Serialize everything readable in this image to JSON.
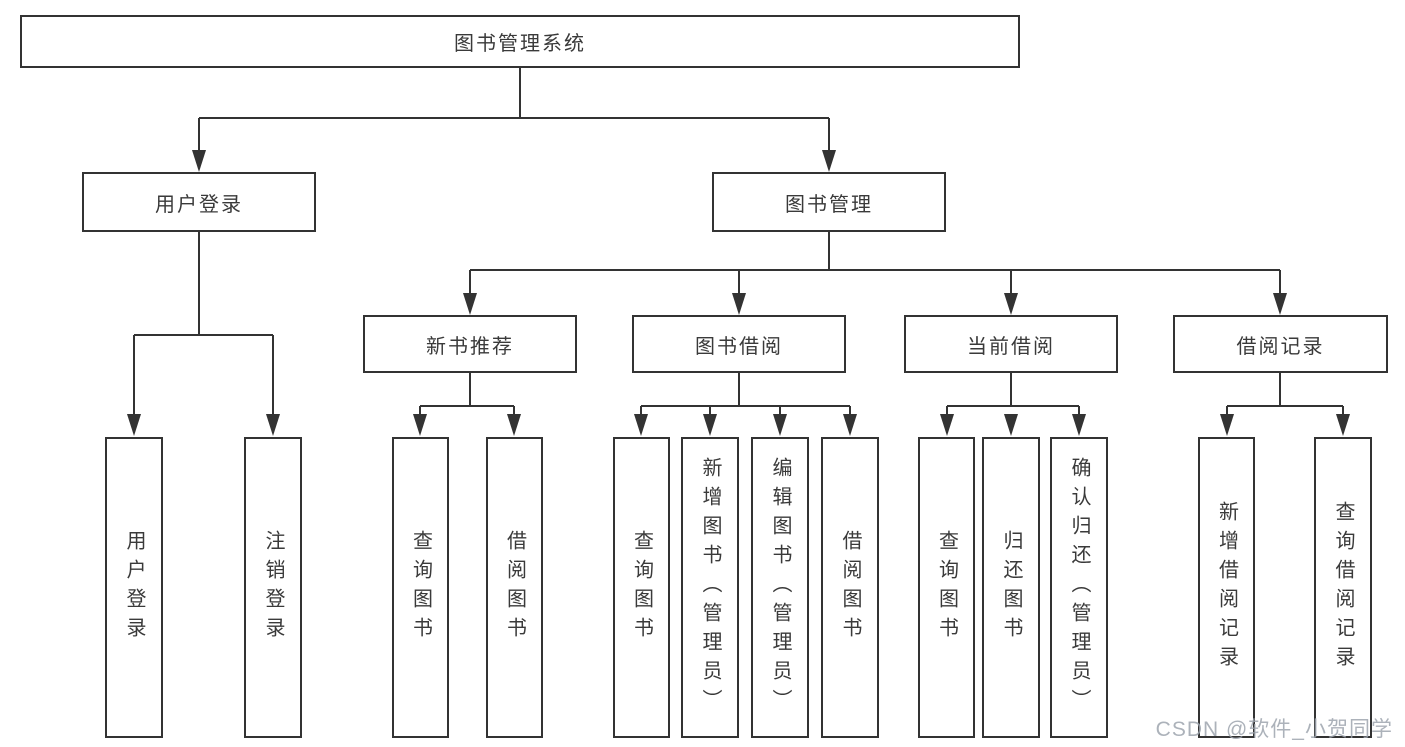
{
  "watermark": "CSDN @软件_小贺同学",
  "colors": {
    "line": "#333333",
    "text": "#3a3a3a",
    "background": "#ffffff"
  },
  "tree": {
    "label": "图书管理系统",
    "children": [
      {
        "label": "用户登录",
        "children": [
          {
            "label": "用户登录"
          },
          {
            "label": "注销登录"
          }
        ]
      },
      {
        "label": "图书管理",
        "children": [
          {
            "label": "新书推荐",
            "children": [
              {
                "label": "查询图书"
              },
              {
                "label": "借阅图书"
              }
            ]
          },
          {
            "label": "图书借阅",
            "children": [
              {
                "label": "查询图书"
              },
              {
                "label": "新增图书（管理员）"
              },
              {
                "label": "编辑图书（管理员）"
              },
              {
                "label": "借阅图书"
              }
            ]
          },
          {
            "label": "当前借阅",
            "children": [
              {
                "label": "查询图书"
              },
              {
                "label": "归还图书"
              },
              {
                "label": "确认归还（管理员）"
              }
            ]
          },
          {
            "label": "借阅记录",
            "children": [
              {
                "label": "新增借阅记录"
              },
              {
                "label": "查询借阅记录"
              }
            ]
          }
        ]
      }
    ]
  }
}
